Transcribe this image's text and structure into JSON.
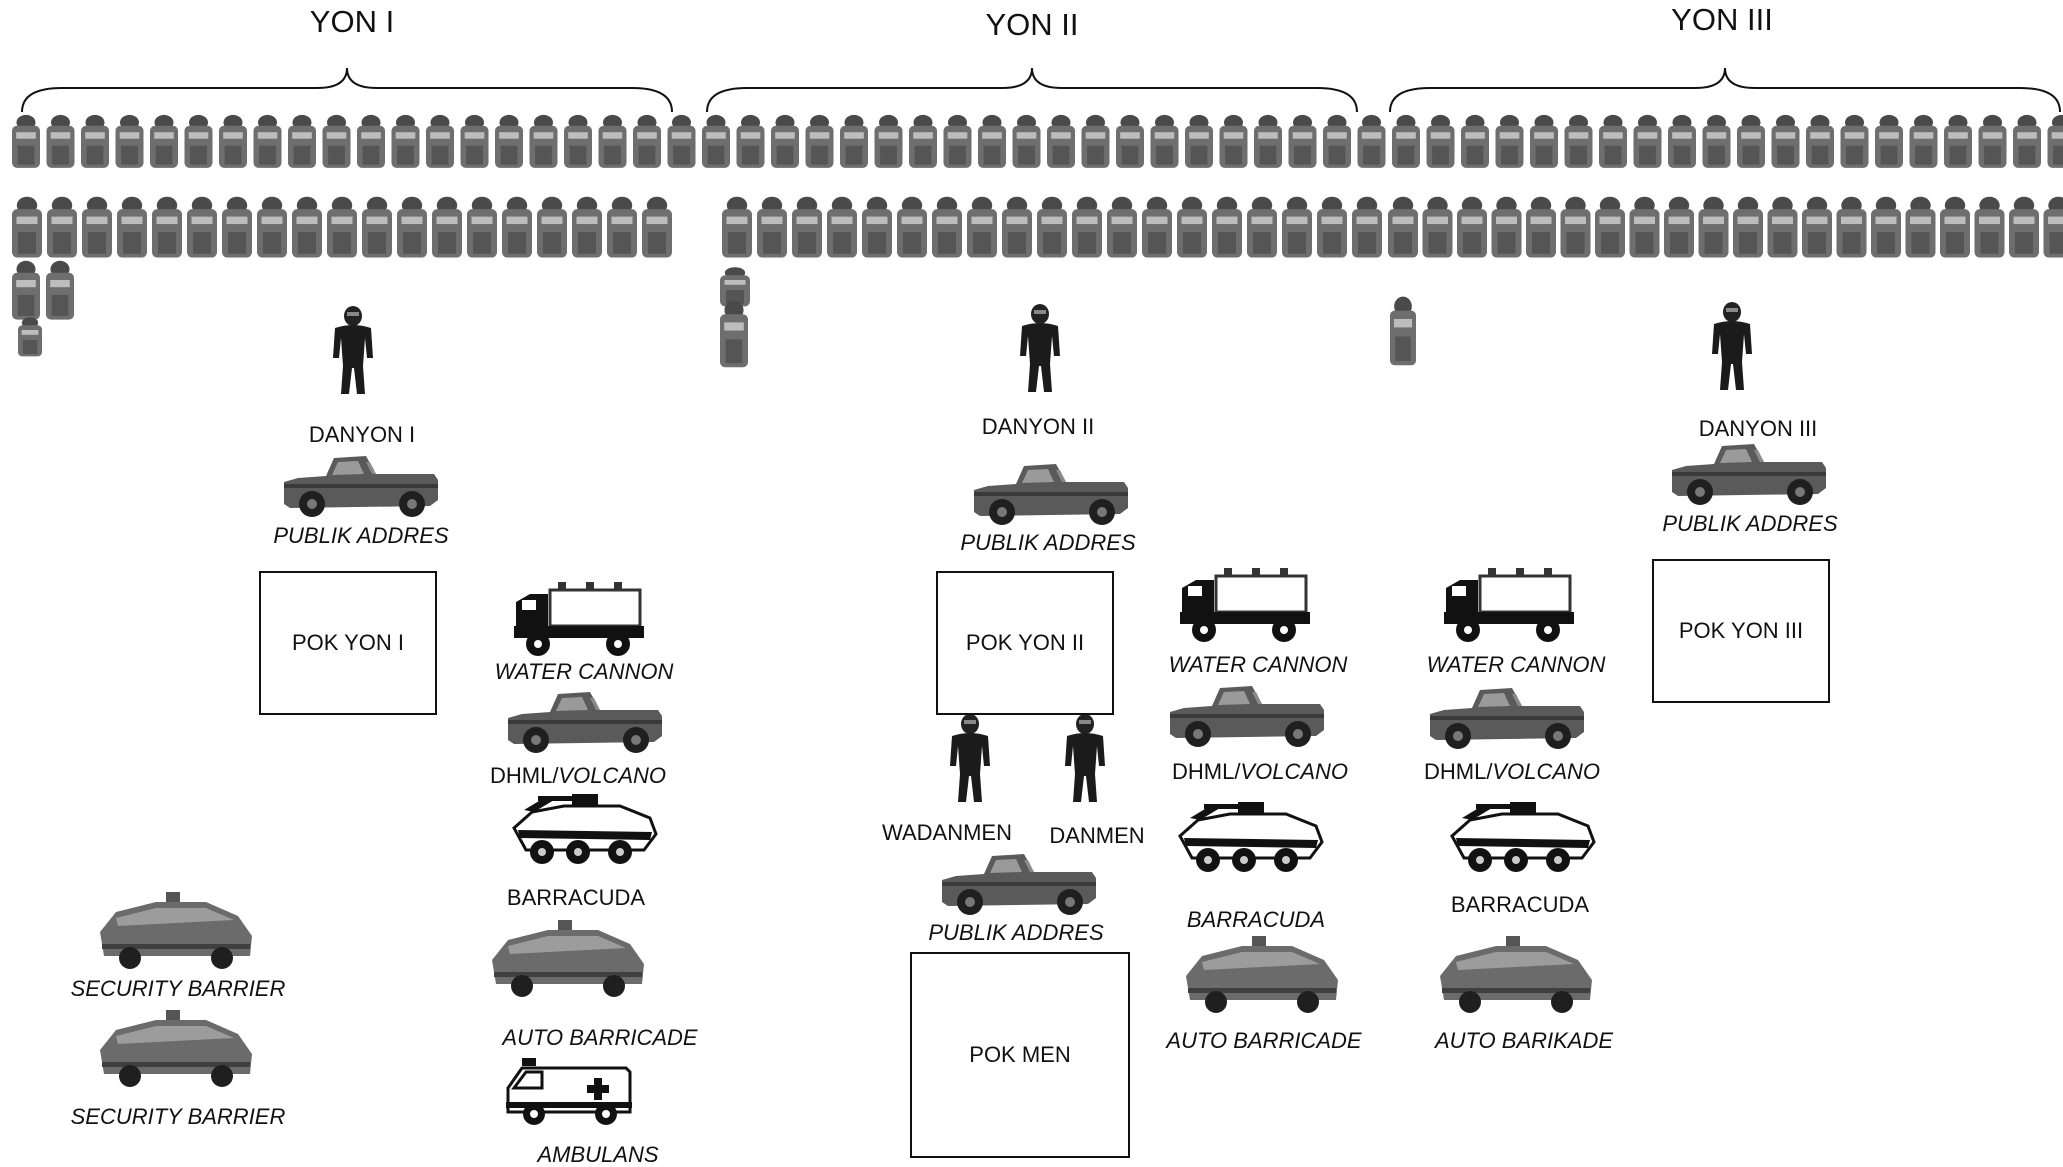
{
  "units": [
    {
      "title": "YON I",
      "commander": "DANYON I",
      "pa": "PUBLIK ADDRES",
      "pok": "POK YON I"
    },
    {
      "title": "YON II",
      "commander": "DANYON II",
      "pa": "PUBLIK ADDRES",
      "pok": "POK YON II"
    },
    {
      "title": "YON III",
      "commander": "DANYON III",
      "pa": "PUBLIK ADDRES",
      "pok": "POK YON III"
    }
  ],
  "column1": {
    "water": "WATER CANNON",
    "dhml": "DHML/",
    "volcano": "VOLCANO",
    "barracuda": "BARRACUDA",
    "auto": "AUTO BARRICADE",
    "ambulans": "AMBULANS"
  },
  "security": [
    "SECURITY BARRIER",
    "SECURITY BARRIER"
  ],
  "hq": {
    "wadanmen": "WADANMEN",
    "danmen": "DANMEN",
    "pa": "PUBLIK ADDRES",
    "pok": "POK MEN"
  },
  "column2": {
    "water": "WATER CANNON",
    "dhml": "DHML/",
    "volcano": "VOLCANO",
    "barracuda": "BARRACUDA",
    "auto": "AUTO BARRICADE"
  },
  "column3": {
    "water": "WATER CANNON",
    "dhml": "DHML/",
    "volcano": "VOLCANO",
    "barracuda": "BARRACUDA",
    "auto": "AUTO BARIKADE"
  },
  "icons": {
    "officer": "riot-officer-icon",
    "pickup": "pickup-truck-icon",
    "truck": "water-cannon-truck-icon",
    "apc": "barracuda-apc-icon",
    "barrier": "armored-barrier-vehicle-icon",
    "ambulance": "ambulance-icon"
  }
}
